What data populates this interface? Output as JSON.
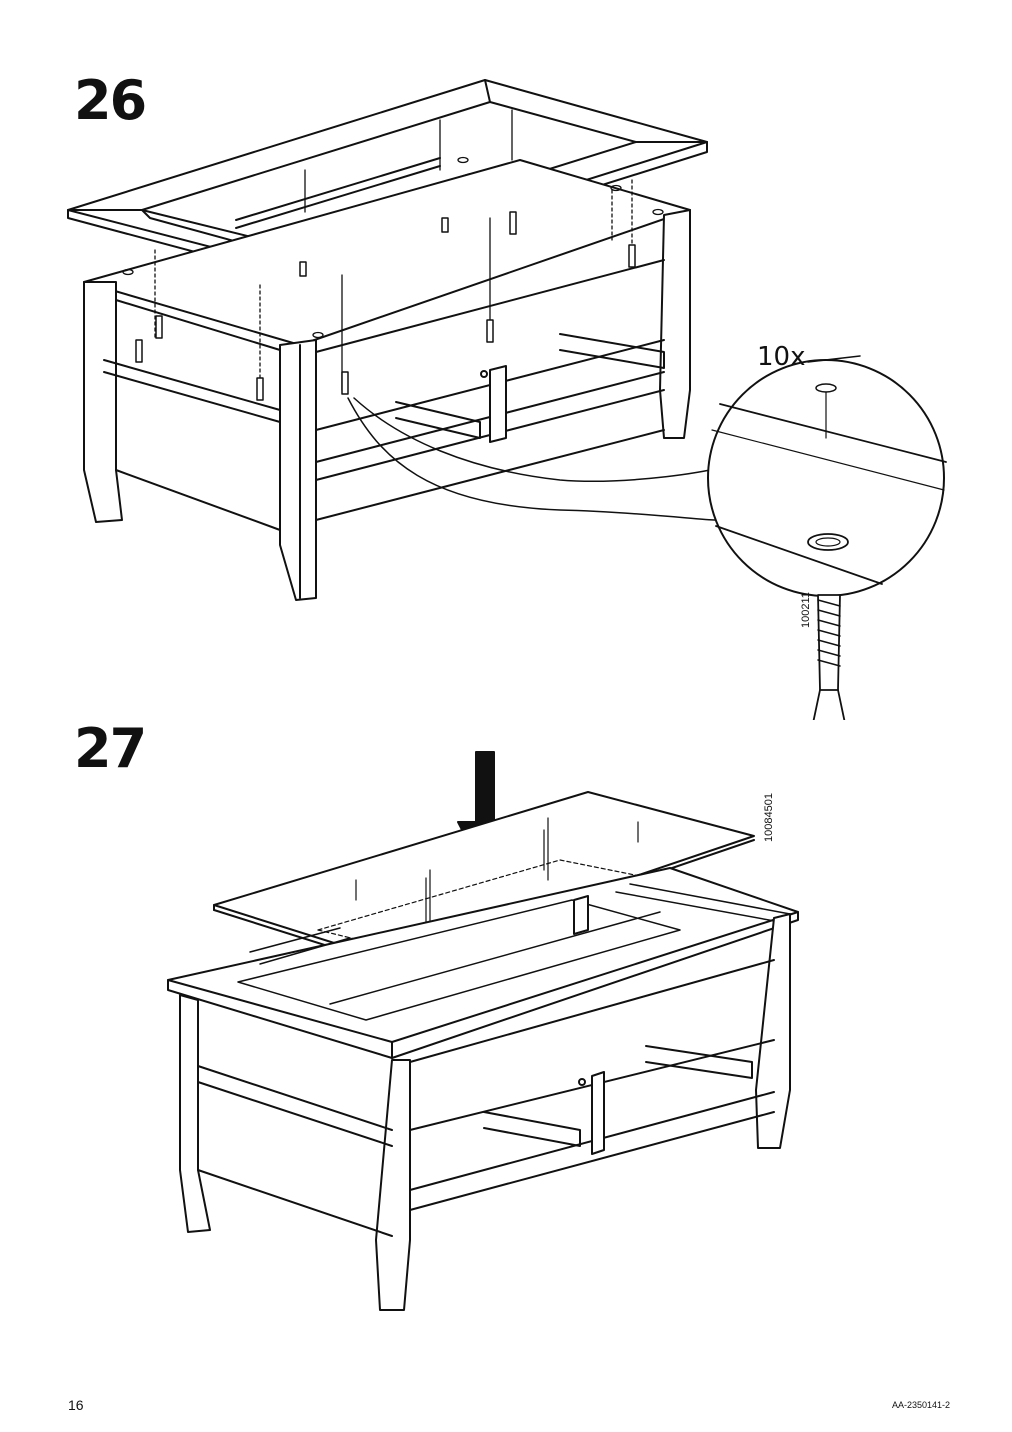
{
  "page": {
    "number": "16",
    "doc_id": "AA-2350141-2"
  },
  "steps": [
    {
      "number": "26",
      "quantity": "10x",
      "part_id": "100211"
    },
    {
      "number": "27",
      "part_id": "10084501"
    }
  ]
}
